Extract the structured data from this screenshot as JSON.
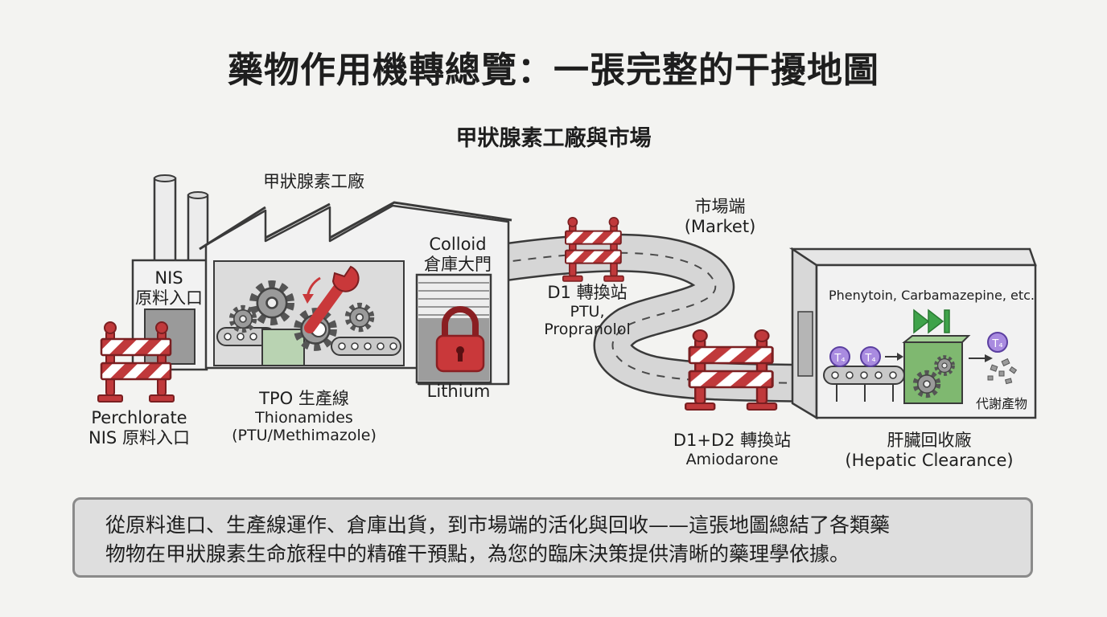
{
  "title": "藥物作用機轉總覽：一張完整的干擾地圖",
  "subtitle": "甲狀腺素工廠與市場",
  "labels": {
    "factory": "甲狀腺素工廠",
    "nis_entrance": [
      "NIS",
      "原料入口"
    ],
    "colloid_gate": [
      "Colloid",
      "倉庫大門"
    ],
    "perchlorate": [
      "Perchlorate",
      "NIS 原料入口"
    ],
    "tpo_line": [
      "TPO 生產線",
      "Thionamides",
      "(PTU/Methimazole)"
    ],
    "lithium": "Lithium",
    "d1_station": [
      "D1 轉換站",
      "PTU,",
      "Propranolol"
    ],
    "market": [
      "市場端",
      "(Market)"
    ],
    "d1d2_station": [
      "D1+D2 轉換站",
      "Amiodarone"
    ],
    "inducers": "Phenytoin, Carbamazepine, etc.",
    "hormone_tag": "T₄",
    "metabolites": "代謝產物",
    "liver": [
      "肝臟回收廠",
      "(Hepatic Clearance)"
    ]
  },
  "summary": [
    "從原料進口、生產線運作、倉庫出貨，到市場端的活化與回收——這張地圖總結了各類藥",
    "物物在甲狀腺素生命旅程中的精確干預點，為您的臨床決策提供清晰的藥理學依據。"
  ],
  "colors": {
    "barrier_red": "#c0393b",
    "lock_red": "#c9383a",
    "wrench_red": "#c9383a",
    "hormone_purple": "#a98be0",
    "liver_green": "#7fb870",
    "fast_forward_green": "#3fa34a",
    "building_gray": "#f2f2f2"
  }
}
